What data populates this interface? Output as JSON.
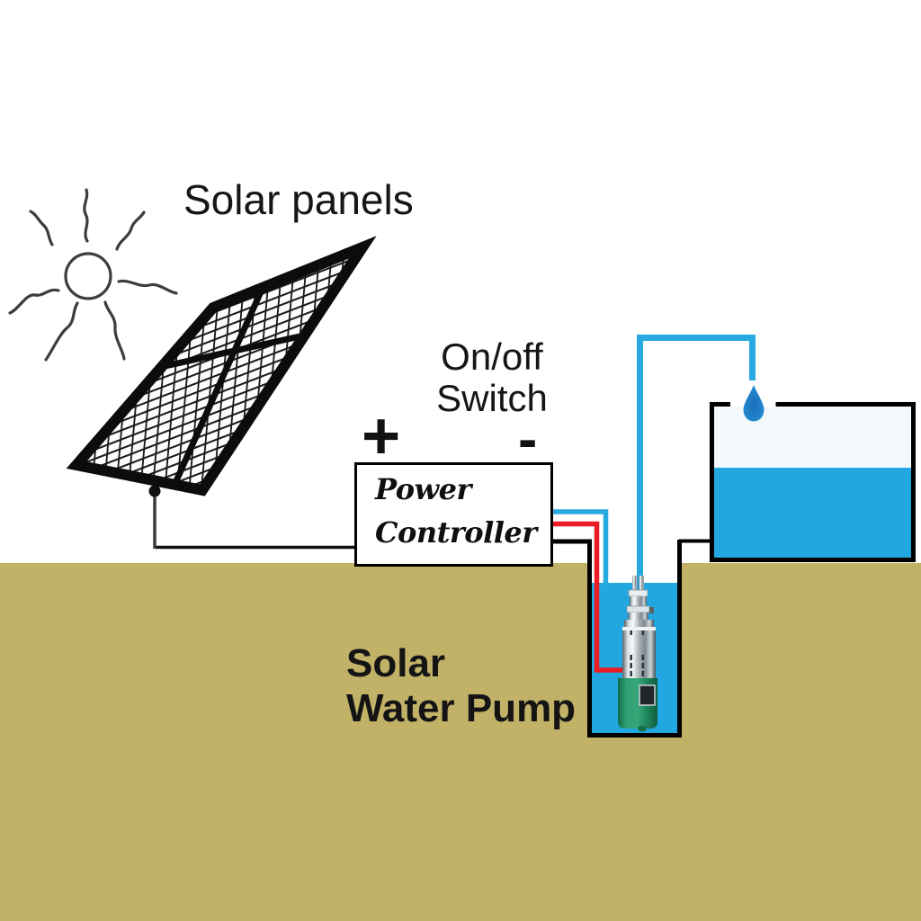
{
  "diagram": {
    "labels": {
      "solar_panels": "Solar panels",
      "switch_line1": "On/off",
      "switch_line2": "Switch",
      "plus": "+",
      "minus": "-",
      "controller_line1": "Power",
      "controller_line2": "Controller",
      "pump_line1": "Solar",
      "pump_line2": "Water Pump"
    },
    "colors": {
      "ground": "#c1b268",
      "water": "#22a7e0",
      "tank_headspace": "#f3f9fd",
      "pipe_blue": "#29a9e1",
      "wire_red": "#ed1c24",
      "wire_black": "#000000",
      "pump_green": "#2f9e72",
      "droplet": "#2089d2",
      "panel_frame": "#0c0c0c",
      "label_text": "#161616"
    },
    "components": {
      "sun": "sun-icon",
      "solar_panel": "solar-panel-illustration",
      "on_off_switch": "on-off-switch-label",
      "power_controller": "power-controller-box",
      "well": "well-shaft",
      "pump": "submersible-pump-illustration",
      "tank": "water-tank",
      "pipe": "outlet-pipe",
      "droplet": "water-droplet-icon"
    }
  }
}
